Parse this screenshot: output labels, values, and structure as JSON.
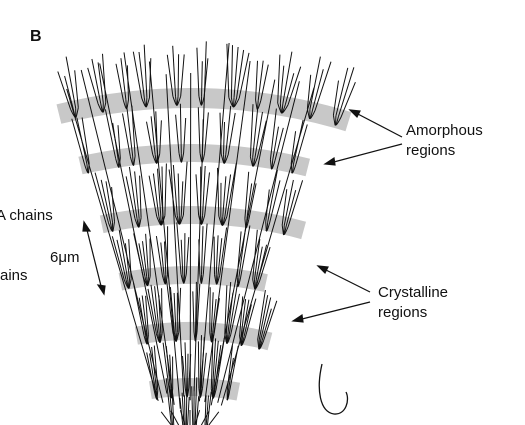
{
  "panel_label": "B",
  "labels": {
    "amorphous_line1": "Amorphous",
    "amorphous_line2": "regions",
    "crystalline_line1": "Crystalline",
    "crystalline_line2": "regions",
    "a_chains": "A chains",
    "b_chains_partial": "ains",
    "scale_bar": "6μm"
  },
  "colors": {
    "band": "#c8c8c8",
    "ink": "#111111"
  }
}
